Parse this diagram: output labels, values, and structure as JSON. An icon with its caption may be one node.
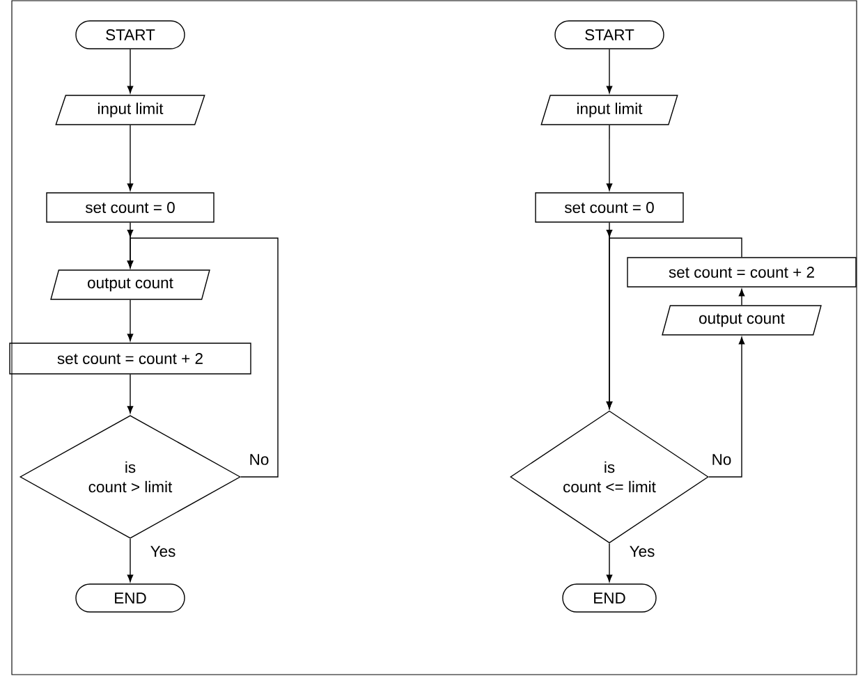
{
  "diagram": {
    "nodes": [
      {
        "text": [
          "START"
        ]
      },
      {
        "text": [
          "input limit"
        ]
      },
      {
        "text": [
          "set count = 0"
        ]
      },
      {
        "text": [
          "output count"
        ]
      },
      {
        "text": [
          "set count = count + 2"
        ]
      },
      {
        "text": [
          "is",
          "count > limit"
        ]
      },
      {
        "text": [
          "END"
        ]
      },
      {
        "text": [
          "START"
        ]
      },
      {
        "text": [
          "input limit"
        ]
      },
      {
        "text": [
          "set count = 0"
        ]
      },
      {
        "text": [
          "set count = count + 2"
        ]
      },
      {
        "text": [
          "output count"
        ]
      },
      {
        "text": [
          "is",
          "count <= limit"
        ]
      },
      {
        "text": [
          "END"
        ]
      }
    ],
    "edges": [
      {
        "from": 0,
        "to": 1,
        "arrow": "to"
      },
      {
        "from": 1,
        "to": 2,
        "arrow": "to"
      },
      {
        "from": 2,
        "to": 3,
        "arrow": "to"
      },
      {
        "from": 3,
        "to": 4,
        "arrow": "to"
      },
      {
        "from": 4,
        "to": 5,
        "arrow": "to"
      },
      {
        "from": 5,
        "to": 6,
        "arrow": "to",
        "label": "Yes"
      },
      {
        "from": 5,
        "to": 3,
        "arrow": "to",
        "label": "No"
      },
      {
        "from": 7,
        "to": 8,
        "arrow": "to"
      },
      {
        "from": 8,
        "to": 9,
        "arrow": "to"
      },
      {
        "from": 9,
        "to": 12,
        "arrow": "to"
      },
      {
        "from": 12,
        "to": 13,
        "arrow": "to",
        "label": "Yes"
      },
      {
        "from": 12,
        "to": 11,
        "arrow": "to",
        "label": "No"
      },
      {
        "from": 11,
        "to": 10,
        "arrow": "to"
      },
      {
        "from": 10,
        "to": 12,
        "arrow": "to"
      }
    ]
  }
}
